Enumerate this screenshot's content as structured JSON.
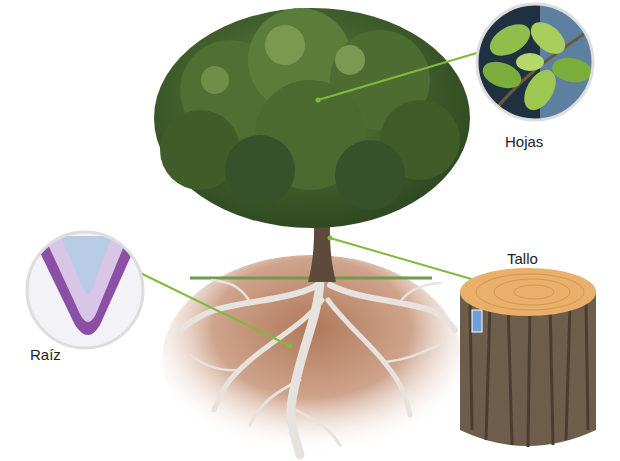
{
  "diagram": {
    "labels": [
      "Hojas",
      "Tallo",
      "Raíz"
    ]
  }
}
